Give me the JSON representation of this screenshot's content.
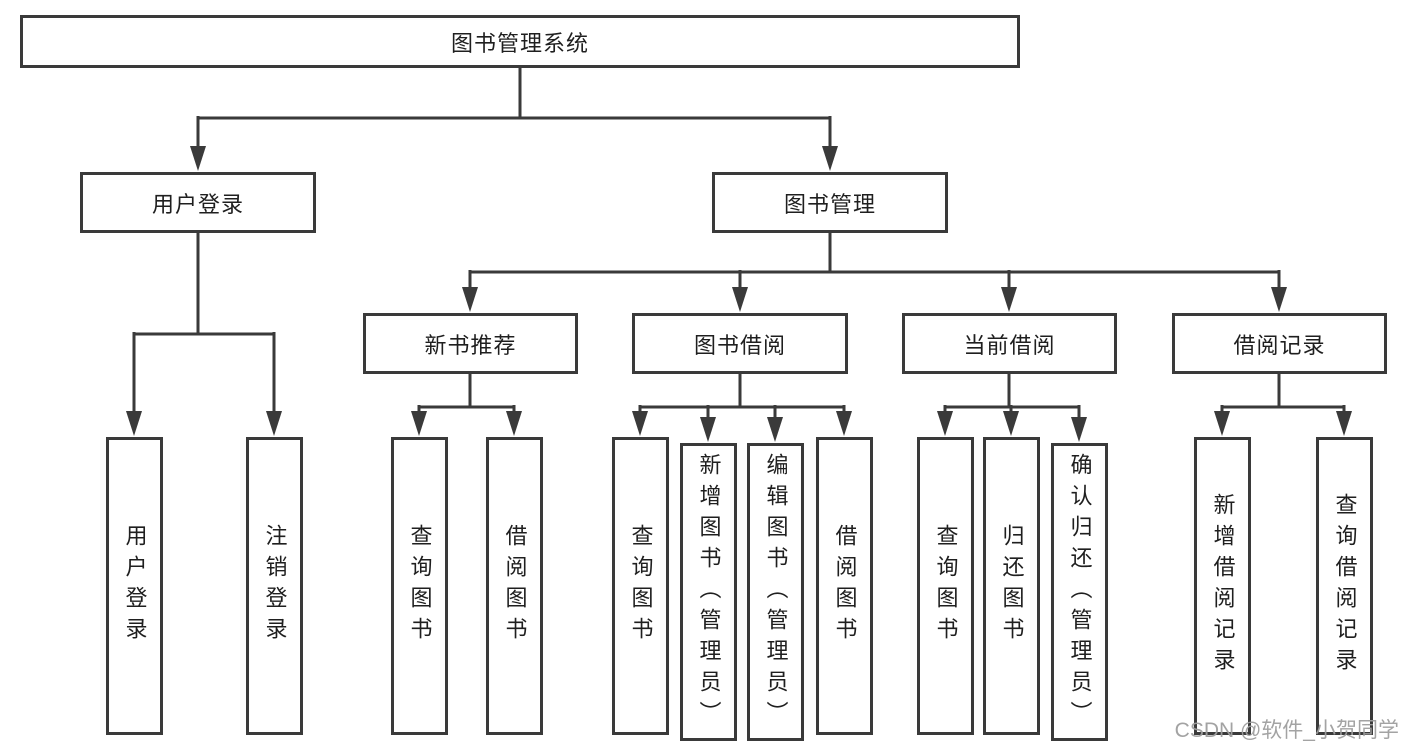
{
  "tree": {
    "root": "图书管理系统",
    "branches": [
      {
        "label": "用户登录",
        "leaves": [
          "用户登录",
          "注销登录"
        ]
      },
      {
        "label": "图书管理",
        "groups": [
          {
            "label": "新书推荐",
            "leaves": [
              "查询图书",
              "借阅图书"
            ]
          },
          {
            "label": "图书借阅",
            "leaves": [
              "查询图书",
              "新增图书（管理员）",
              "编辑图书（管理员）",
              "借阅图书"
            ]
          },
          {
            "label": "当前借阅",
            "leaves": [
              "查询图书",
              "归还图书",
              "确认归还（管理员）"
            ]
          },
          {
            "label": "借阅记录",
            "leaves": [
              "新增借阅记录",
              "查询借阅记录"
            ]
          }
        ]
      }
    ]
  },
  "style": {
    "line_color": "#3a3a3a",
    "text_color": "#1f1f1f",
    "watermark_color": "#9e9e9e"
  },
  "watermark": "CSDN @软件_小贺同学"
}
